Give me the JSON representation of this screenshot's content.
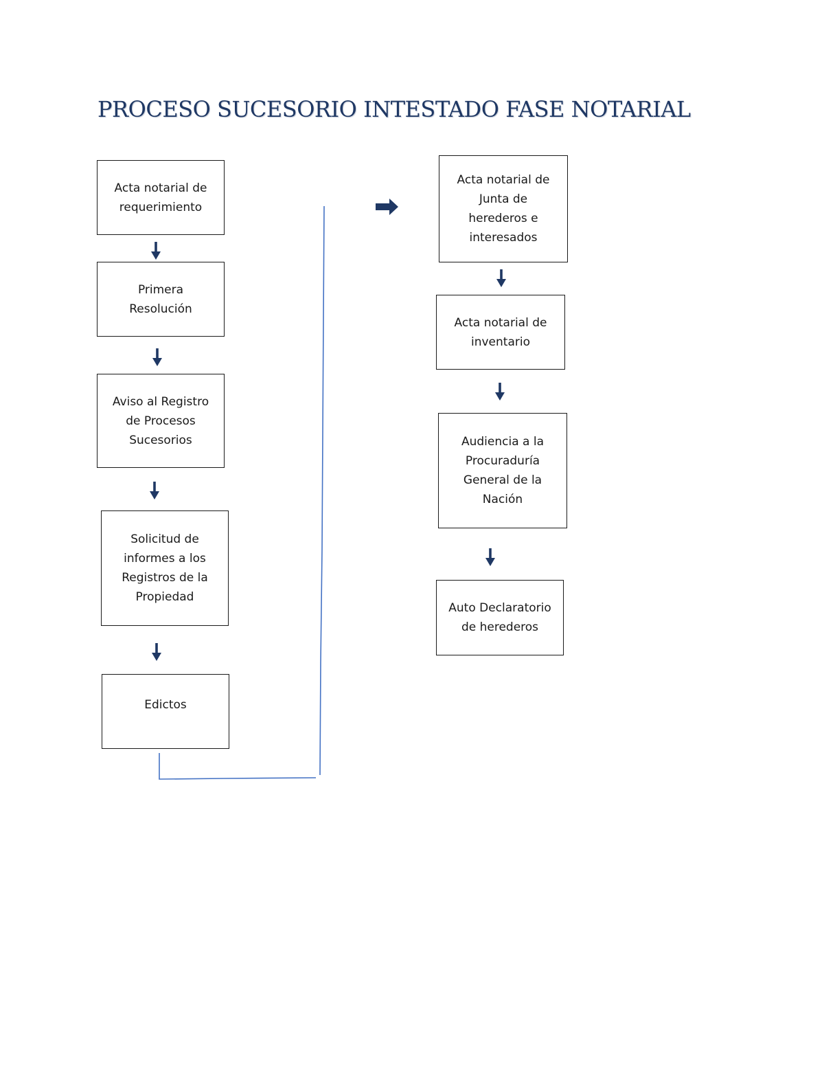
{
  "title": "PROCESO SUCESORIO INTESTADO FASE NOTARIAL",
  "colors": {
    "title": "#1f3864",
    "arrow": "#1f3864",
    "connector": "#4472c4",
    "box_border": "#1a1a1a",
    "text": "#1a1a1a"
  },
  "nodes": [
    {
      "id": "n1",
      "label": "Acta notarial de\nrequerimiento"
    },
    {
      "id": "n2",
      "label": "Primera\nResolución"
    },
    {
      "id": "n3",
      "label": "Aviso al Registro\nde Procesos\nSucesorios"
    },
    {
      "id": "n4",
      "label": "Solicitud de\ninformes a los\nRegistros de la\nPropiedad"
    },
    {
      "id": "n5",
      "label": "Edictos"
    },
    {
      "id": "n6",
      "label": "Acta notarial de\nJunta de\nherederos e\ninteresados"
    },
    {
      "id": "n7",
      "label": "Acta notarial de\ninventario"
    },
    {
      "id": "n8",
      "label": "Audiencia a la\nProcuraduría\nGeneral de la\nNación"
    },
    {
      "id": "n9",
      "label": "Auto Declaratorio\nde herederos"
    }
  ],
  "edges": [
    {
      "from": "n1",
      "to": "n2"
    },
    {
      "from": "n2",
      "to": "n3"
    },
    {
      "from": "n3",
      "to": "n4"
    },
    {
      "from": "n4",
      "to": "n5"
    },
    {
      "from": "n5",
      "to": "n6"
    },
    {
      "from": "n6",
      "to": "n7"
    },
    {
      "from": "n7",
      "to": "n8"
    },
    {
      "from": "n8",
      "to": "n9"
    }
  ]
}
